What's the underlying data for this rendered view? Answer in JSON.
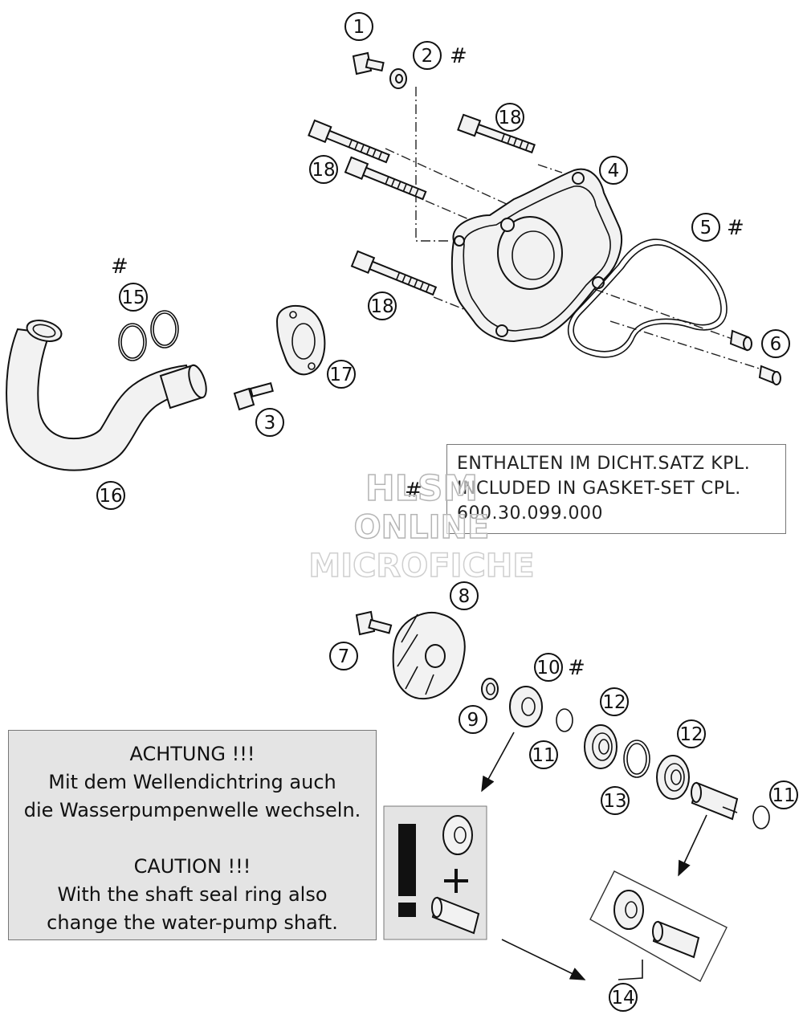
{
  "callouts": [
    "1",
    "2",
    "3",
    "4",
    "5",
    "6",
    "7",
    "8",
    "9",
    "10",
    "11",
    "11",
    "12",
    "12",
    "13",
    "14",
    "15",
    "16",
    "17",
    "18",
    "18",
    "18"
  ],
  "hash_symbol": "#",
  "gasket_note": {
    "line1": "ENTHALTEN IM DICHT.SATZ KPL.",
    "line2": "INCLUDED IN GASKET-SET CPL.",
    "line3": "600.30.099.000"
  },
  "caution_note": {
    "line1": "ACHTUNG !!!",
    "line2": "Mit dem Wellendichtring auch",
    "line3": "die Wasserpumpenwelle wechseln.",
    "line4": "CAUTION !!!",
    "line5": "With the shaft seal ring also",
    "line6": "change the water-pump shaft."
  },
  "watermark": {
    "line1": "HLSM",
    "line2": "ONLINE",
    "line3": "MICROFICHE"
  },
  "icons": [
    "exclamation-icon",
    "plus-icon"
  ]
}
